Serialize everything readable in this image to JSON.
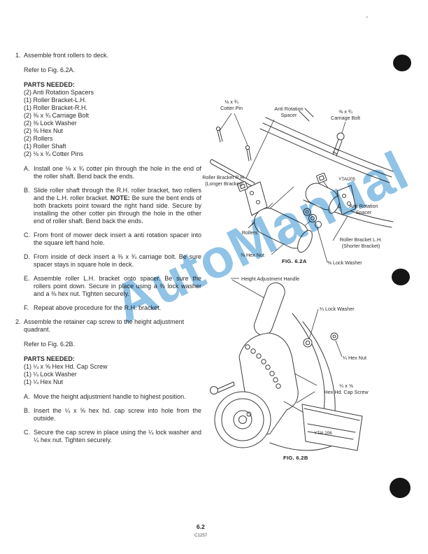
{
  "page": {
    "top_right_mark": "'"
  },
  "watermark": {
    "text": "AutoManual",
    "color": "#7cb9e2"
  },
  "section1": {
    "number": "1.",
    "title": "Assemble front rollers to deck.",
    "refer": "Refer to Fig. 6.2A.",
    "parts_header": "PARTS NEEDED:",
    "parts": [
      "(2) Anti Rotation Spacers",
      "(1) Roller Bracket-L.H.",
      "(1) Roller Bracket-R.H.",
      "(2) ⅜ x ¾ Carriage Bolt",
      "(2) ⅜ Lock Washer",
      "(2) ⅜ Hex Nut",
      "(2) Rollers",
      "(1) Roller Shaft",
      "(2) ⅛ x ¾ Cotter Pins"
    ],
    "steps": [
      {
        "letter": "A.",
        "text": "Install one ⅛ x ¾ cotter pin through the hole in the end of the roller shaft. Bend back the ends."
      },
      {
        "letter": "B.",
        "pre": "Slide roller shaft through the R.H. roller bracket, two rollers and the L.H. roller bracket. ",
        "note": "NOTE:",
        "post": " Be sure the bent ends of both brackets point toward the right hand side. Secure by installing the other cotter pin through the hole in the other end of roller shaft. Bend back the ends."
      },
      {
        "letter": "C.",
        "text": "From front of mower deck insert a anti rotation spacer into the square left hand hole."
      },
      {
        "letter": "D.",
        "text": "From inside of deck insert a ⅜ x ¾ carriage bolt. Be sure spacer stays in square hole in deck."
      },
      {
        "letter": "E.",
        "text": "Assemble roller L.H. bracket onto spacer. Be sure the rollers point down. Secure in place using a ⅜ lock washer and a ⅜ hex nut. Tighten securely."
      },
      {
        "letter": "F.",
        "text": "Repeat above procedure for the R.H. bracket."
      }
    ]
  },
  "section2": {
    "number": "2.",
    "title": "Assemble the retainer cap screw to the height adjustment quadrant.",
    "refer": "Refer to Fig. 6.2B.",
    "parts_header": "PARTS NEEDED:",
    "parts": [
      "(1) ¼ x ⅝ Hex Hd. Cap Screw",
      "(1) ¼ Lock Washer",
      "(1) ¼ Hex Nut"
    ],
    "steps": [
      {
        "letter": "A.",
        "text": "Move the height adjustment handle to highest position."
      },
      {
        "letter": "B.",
        "text": "Insert the ¼ x ⅝ hex hd. cap screw into hole from the outside."
      },
      {
        "letter": "C.",
        "text": "Secure the cap screw in place using the ¼ lock washer and ¼ hex nut. Tighten securely."
      }
    ]
  },
  "fig_a": {
    "labels": {
      "cotter_pin": "⅛ x ¾\nCotter Pin",
      "spacer_top": "Anti Rotation\nSpacer",
      "carriage_bolt": "⅜ x ¾\nCarriage Bolt",
      "bracket_rh": "Roller Bracket R.H.\n(Longer Bracket)",
      "part_code": "YTAI205",
      "spacer_right": "Anti Rotation\nSpacer",
      "rollers": "Rollers",
      "bracket_lh": "Roller Bracket L.H.\n(Shorter Bracket)",
      "hex_nut": "⅜ Hex Nut",
      "lock_washer": "⅜ Lock Washer"
    },
    "caption": "FIG. 6.2A"
  },
  "fig_b": {
    "labels": {
      "handle": "Height Adjustment Handle",
      "lock_washer": "¼ Lock Washer",
      "hex_nut": "¼ Hex Nut",
      "cap_screw": "¼ x ⅝\nHex Hd. Cap Screw",
      "part_code": "YTAI 206"
    },
    "caption": "FIG. 6.2B"
  },
  "footer": {
    "page_number": "6.2",
    "doc_code": "C1257"
  }
}
